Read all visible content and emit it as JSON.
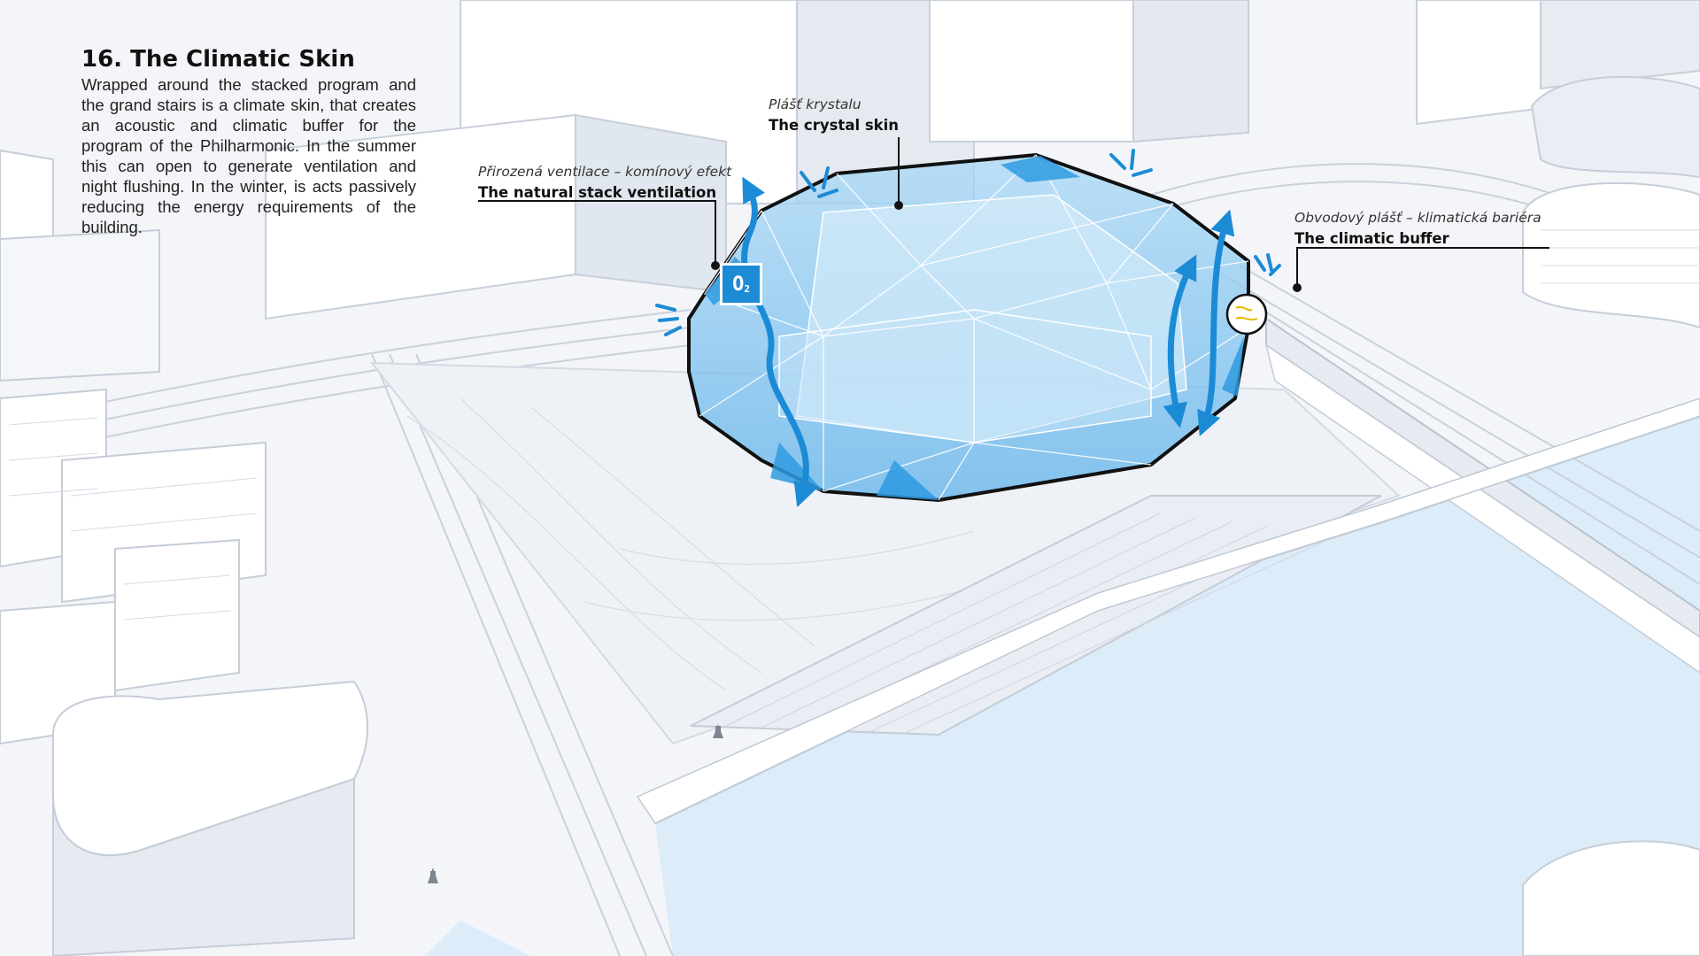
{
  "title": "16. The Climatic Skin",
  "description": "Wrapped around the stacked program and the grand stairs is a climate skin, that creates an acoustic and climatic buffer for the program of the Philharmonic. In the summer this can open to generate ventilation and night flushing. In the winter, is acts passively  reducing the energy requirements of the building.",
  "labels": {
    "crystal_skin": {
      "cz": "Plášť krystalu",
      "en": "The crystal skin"
    },
    "stack_ventilation": {
      "cz": "Přirozená ventilace – komínový efekt",
      "en": "The natural stack ventilation"
    },
    "climatic_buffer": {
      "cz": "Obvodový plášť – klimatická bariéra",
      "en": "The climatic buffer"
    }
  },
  "o2_badge": {
    "main": "O",
    "sub": "2"
  },
  "colors": {
    "background": "#f3f5f8",
    "building_white": "#ffffff",
    "building_shade": "#dde3ec",
    "glass_blue": "#7ec3ef",
    "glass_deep": "#2f9be0",
    "arrow_blue": "#1c8bd6",
    "water": "#dcecf8",
    "outline": "#111111"
  },
  "icons": [
    "o2-icon",
    "airflow-arrow-icon",
    "fan-detail-icon",
    "burst-icon"
  ]
}
